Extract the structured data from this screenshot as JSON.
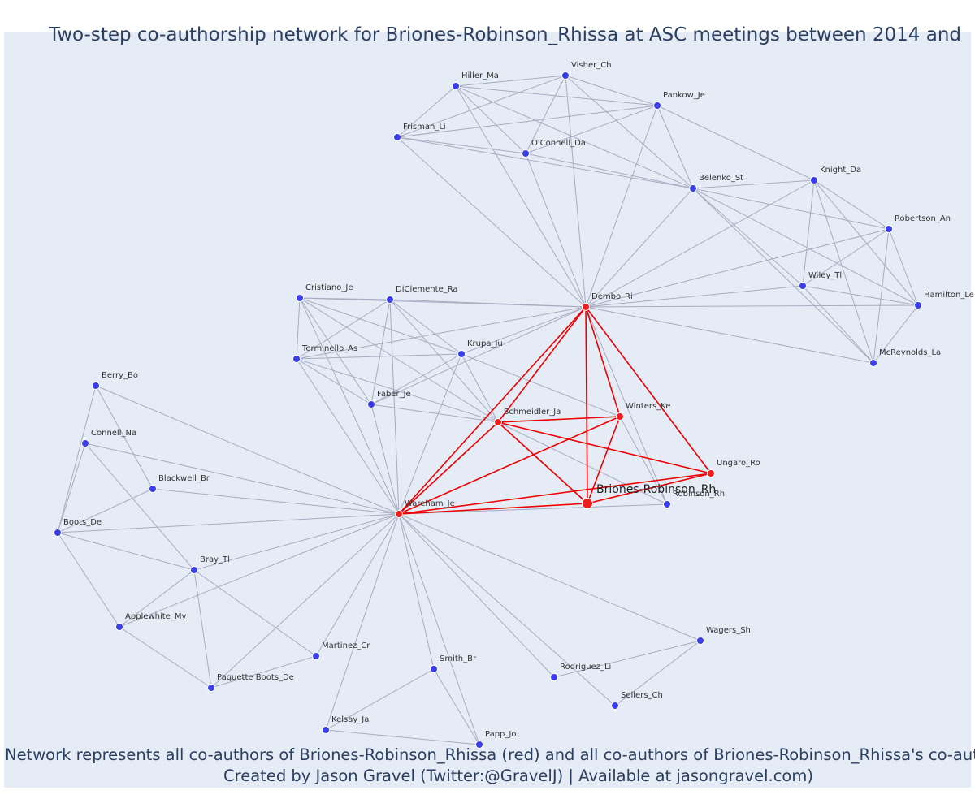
{
  "title": "Two-step co-authorship network for Briones-Robinson_Rhissa at ASC meetings between 2014 and",
  "footer": {
    "line1": "Network represents all co-authors of Briones-Robinson_Rhissa (red) and all co-authors of Briones-Robinson_Rhissa's co-authors",
    "line2": "Created by Jason Gravel (Twitter:@GravelJ) | Available at jasongravel.com)"
  },
  "colors": {
    "background": "#e5ecf6",
    "node_default": "#3a3ee6",
    "node_focus": "#ee1c1c",
    "edge_default": "#a7acc0",
    "edge_focus": "#ee0000",
    "text": "#2a3f5f"
  },
  "nodes": [
    {
      "id": "Hiller_Ma",
      "label": "Hiller_Ma",
      "group": "other"
    },
    {
      "id": "Visher_Ch",
      "label": "Visher_Ch",
      "group": "other"
    },
    {
      "id": "Pankow_Je",
      "label": "Pankow_Je",
      "group": "other"
    },
    {
      "id": "Frisman_Li",
      "label": "Frisman_Li",
      "group": "other"
    },
    {
      "id": "O'Connell_Da",
      "label": "O'Connell_Da",
      "group": "other"
    },
    {
      "id": "Belenko_St",
      "label": "Belenko_St",
      "group": "other"
    },
    {
      "id": "Knight_Da",
      "label": "Knight_Da",
      "group": "other"
    },
    {
      "id": "Robertson_An",
      "label": "Robertson_An",
      "group": "other"
    },
    {
      "id": "Wiley_Tl",
      "label": "Wiley_Tl",
      "group": "other"
    },
    {
      "id": "Hamilton_Le",
      "label": "Hamilton_Le",
      "group": "other"
    },
    {
      "id": "McReynolds_La",
      "label": "McReynolds_La",
      "group": "other"
    },
    {
      "id": "Dembo_Ri",
      "label": "Dembo_Ri",
      "group": "coauthor"
    },
    {
      "id": "Cristiano_Je",
      "label": "Cristiano_Je",
      "group": "other"
    },
    {
      "id": "DiClemente_Ra",
      "label": "DiClemente_Ra",
      "group": "other"
    },
    {
      "id": "Terminello_As",
      "label": "Terminello_As",
      "group": "other"
    },
    {
      "id": "Krupa_Ju",
      "label": "Krupa_Ju",
      "group": "other"
    },
    {
      "id": "Faber_Je",
      "label": "Faber_Je",
      "group": "other"
    },
    {
      "id": "Schmeidler_Ja",
      "label": "Schmeidler_Ja",
      "group": "coauthor"
    },
    {
      "id": "Winters_Ke",
      "label": "Winters_Ke",
      "group": "coauthor"
    },
    {
      "id": "Ungaro_Ro",
      "label": "Ungaro_Ro",
      "group": "coauthor"
    },
    {
      "id": "Briones-Robinson_Rh",
      "label": "Briones-Robinson_Rh",
      "group": "focal"
    },
    {
      "id": "Robinson_Rh",
      "label": "Robinson_Rh",
      "group": "other"
    },
    {
      "id": "Wareham_Je",
      "label": "Wareham_Je",
      "group": "coauthor"
    },
    {
      "id": "Berry_Bo",
      "label": "Berry_Bo",
      "group": "other"
    },
    {
      "id": "Connell_Na",
      "label": "Connell_Na",
      "group": "other"
    },
    {
      "id": "Blackwell_Br",
      "label": "Blackwell_Br",
      "group": "other"
    },
    {
      "id": "Boots_De",
      "label": "Boots_De",
      "group": "other"
    },
    {
      "id": "Bray_Tl",
      "label": "Bray_Tl",
      "group": "other"
    },
    {
      "id": "Applewhite_My",
      "label": "Applewhite_My",
      "group": "other"
    },
    {
      "id": "Martinez_Cr",
      "label": "Martinez_Cr",
      "group": "other"
    },
    {
      "id": "Paquette Boots_De",
      "label": "Paquette Boots_De",
      "group": "other"
    },
    {
      "id": "Smith_Br",
      "label": "Smith_Br",
      "group": "other"
    },
    {
      "id": "Kelsay_Ja",
      "label": "Kelsay_Ja",
      "group": "other"
    },
    {
      "id": "Papp_Jo",
      "label": "Papp_Jo",
      "group": "other"
    },
    {
      "id": "Rodriguez_Li",
      "label": "Rodriguez_Li",
      "group": "other"
    },
    {
      "id": "Sellers_Ch",
      "label": "Sellers_Ch",
      "group": "other"
    },
    {
      "id": "Wagers_Sh",
      "label": "Wagers_Sh",
      "group": "other"
    }
  ],
  "edges_focus": [
    [
      "Dembo_Ri",
      "Schmeidler_Ja"
    ],
    [
      "Dembo_Ri",
      "Winters_Ke"
    ],
    [
      "Dembo_Ri",
      "Ungaro_Ro"
    ],
    [
      "Dembo_Ri",
      "Briones-Robinson_Rh"
    ],
    [
      "Dembo_Ri",
      "Wareham_Je"
    ],
    [
      "Schmeidler_Ja",
      "Winters_Ke"
    ],
    [
      "Schmeidler_Ja",
      "Ungaro_Ro"
    ],
    [
      "Schmeidler_Ja",
      "Briones-Robinson_Rh"
    ],
    [
      "Schmeidler_Ja",
      "Wareham_Je"
    ],
    [
      "Winters_Ke",
      "Briones-Robinson_Rh"
    ],
    [
      "Winters_Ke",
      "Wareham_Je"
    ],
    [
      "Ungaro_Ro",
      "Briones-Robinson_Rh"
    ],
    [
      "Ungaro_Ro",
      "Wareham_Je"
    ],
    [
      "Briones-Robinson_Rh",
      "Wareham_Je"
    ]
  ],
  "edges": [
    [
      "Hiller_Ma",
      "Visher_Ch"
    ],
    [
      "Hiller_Ma",
      "Pankow_Je"
    ],
    [
      "Hiller_Ma",
      "Frisman_Li"
    ],
    [
      "Hiller_Ma",
      "O'Connell_Da"
    ],
    [
      "Hiller_Ma",
      "Belenko_St"
    ],
    [
      "Hiller_Ma",
      "Dembo_Ri"
    ],
    [
      "Visher_Ch",
      "Pankow_Je"
    ],
    [
      "Visher_Ch",
      "Frisman_Li"
    ],
    [
      "Visher_Ch",
      "O'Connell_Da"
    ],
    [
      "Visher_Ch",
      "Belenko_St"
    ],
    [
      "Visher_Ch",
      "Dembo_Ri"
    ],
    [
      "Pankow_Je",
      "Frisman_Li"
    ],
    [
      "Pankow_Je",
      "O'Connell_Da"
    ],
    [
      "Pankow_Je",
      "Belenko_St"
    ],
    [
      "Pankow_Je",
      "Dembo_Ri"
    ],
    [
      "Pankow_Je",
      "Knight_Da"
    ],
    [
      "Frisman_Li",
      "O'Connell_Da"
    ],
    [
      "Frisman_Li",
      "Belenko_St"
    ],
    [
      "Frisman_Li",
      "Dembo_Ri"
    ],
    [
      "O'Connell_Da",
      "Belenko_St"
    ],
    [
      "O'Connell_Da",
      "Dembo_Ri"
    ],
    [
      "Belenko_St",
      "Dembo_Ri"
    ],
    [
      "Belenko_St",
      "Knight_Da"
    ],
    [
      "Belenko_St",
      "Robertson_An"
    ],
    [
      "Belenko_St",
      "Wiley_Tl"
    ],
    [
      "Belenko_St",
      "Hamilton_Le"
    ],
    [
      "Belenko_St",
      "McReynolds_La"
    ],
    [
      "Knight_Da",
      "Robertson_An"
    ],
    [
      "Knight_Da",
      "Wiley_Tl"
    ],
    [
      "Knight_Da",
      "Hamilton_Le"
    ],
    [
      "Knight_Da",
      "McReynolds_La"
    ],
    [
      "Knight_Da",
      "Dembo_Ri"
    ],
    [
      "Robertson_An",
      "Wiley_Tl"
    ],
    [
      "Robertson_An",
      "Hamilton_Le"
    ],
    [
      "Robertson_An",
      "McReynolds_La"
    ],
    [
      "Robertson_An",
      "Dembo_Ri"
    ],
    [
      "Wiley_Tl",
      "Hamilton_Le"
    ],
    [
      "Wiley_Tl",
      "McReynolds_La"
    ],
    [
      "Wiley_Tl",
      "Dembo_Ri"
    ],
    [
      "Hamilton_Le",
      "McReynolds_La"
    ],
    [
      "Hamilton_Le",
      "Dembo_Ri"
    ],
    [
      "McReynolds_La",
      "Dembo_Ri"
    ],
    [
      "Cristiano_Je",
      "DiClemente_Ra"
    ],
    [
      "Cristiano_Je",
      "Terminello_As"
    ],
    [
      "Cristiano_Je",
      "Krupa_Ju"
    ],
    [
      "Cristiano_Je",
      "Faber_Je"
    ],
    [
      "Cristiano_Je",
      "Schmeidler_Ja"
    ],
    [
      "Cristiano_Je",
      "Dembo_Ri"
    ],
    [
      "Cristiano_Je",
      "Wareham_Je"
    ],
    [
      "DiClemente_Ra",
      "Terminello_As"
    ],
    [
      "DiClemente_Ra",
      "Krupa_Ju"
    ],
    [
      "DiClemente_Ra",
      "Faber_Je"
    ],
    [
      "DiClemente_Ra",
      "Schmeidler_Ja"
    ],
    [
      "DiClemente_Ra",
      "Dembo_Ri"
    ],
    [
      "DiClemente_Ra",
      "Wareham_Je"
    ],
    [
      "Terminello_As",
      "Krupa_Ju"
    ],
    [
      "Terminello_As",
      "Faber_Je"
    ],
    [
      "Terminello_As",
      "Schmeidler_Ja"
    ],
    [
      "Terminello_As",
      "Dembo_Ri"
    ],
    [
      "Terminello_As",
      "Wareham_Je"
    ],
    [
      "Krupa_Ju",
      "Faber_Je"
    ],
    [
      "Krupa_Ju",
      "Schmeidler_Ja"
    ],
    [
      "Krupa_Ju",
      "Dembo_Ri"
    ],
    [
      "Krupa_Ju",
      "Wareham_Je"
    ],
    [
      "Krupa_Ju",
      "Winters_Ke"
    ],
    [
      "Faber_Je",
      "Schmeidler_Ja"
    ],
    [
      "Faber_Je",
      "Dembo_Ri"
    ],
    [
      "Faber_Je",
      "Wareham_Je"
    ],
    [
      "Dembo_Ri",
      "Robinson_Rh"
    ],
    [
      "Schmeidler_Ja",
      "Robinson_Rh"
    ],
    [
      "Winters_Ke",
      "Robinson_Rh"
    ],
    [
      "Wareham_Je",
      "Robinson_Rh"
    ],
    [
      "Berry_Bo",
      "Boots_De"
    ],
    [
      "Berry_Bo",
      "Blackwell_Br"
    ],
    [
      "Berry_Bo",
      "Wareham_Je"
    ],
    [
      "Connell_Na",
      "Boots_De"
    ],
    [
      "Connell_Na",
      "Bray_Tl"
    ],
    [
      "Connell_Na",
      "Wareham_Je"
    ],
    [
      "Blackwell_Br",
      "Boots_De"
    ],
    [
      "Blackwell_Br",
      "Wareham_Je"
    ],
    [
      "Boots_De",
      "Bray_Tl"
    ],
    [
      "Boots_De",
      "Applewhite_My"
    ],
    [
      "Boots_De",
      "Wareham_Je"
    ],
    [
      "Bray_Tl",
      "Applewhite_My"
    ],
    [
      "Bray_Tl",
      "Martinez_Cr"
    ],
    [
      "Bray_Tl",
      "Paquette Boots_De"
    ],
    [
      "Bray_Tl",
      "Wareham_Je"
    ],
    [
      "Applewhite_My",
      "Paquette Boots_De"
    ],
    [
      "Applewhite_My",
      "Wareham_Je"
    ],
    [
      "Martinez_Cr",
      "Paquette Boots_De"
    ],
    [
      "Martinez_Cr",
      "Wareham_Je"
    ],
    [
      "Paquette Boots_De",
      "Wareham_Je"
    ],
    [
      "Smith_Br",
      "Kelsay_Ja"
    ],
    [
      "Smith_Br",
      "Papp_Jo"
    ],
    [
      "Smith_Br",
      "Wareham_Je"
    ],
    [
      "Kelsay_Ja",
      "Papp_Jo"
    ],
    [
      "Kelsay_Ja",
      "Wareham_Je"
    ],
    [
      "Papp_Jo",
      "Wareham_Je"
    ],
    [
      "Rodriguez_Li",
      "Wagers_Sh"
    ],
    [
      "Rodriguez_Li",
      "Wareham_Je"
    ],
    [
      "Sellers_Ch",
      "Wagers_Sh"
    ],
    [
      "Sellers_Ch",
      "Wareham_Je"
    ],
    [
      "Wagers_Sh",
      "Wareham_Je"
    ]
  ]
}
